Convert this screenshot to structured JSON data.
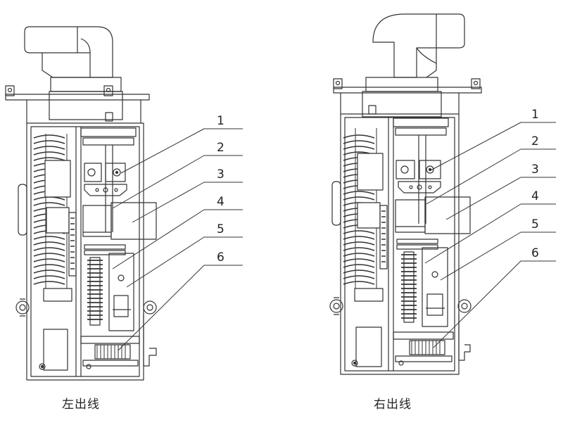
{
  "figures": [
    {
      "caption": "左出线",
      "callouts": [
        {
          "num": "1"
        },
        {
          "num": "2"
        },
        {
          "num": "3"
        },
        {
          "num": "4"
        },
        {
          "num": "5"
        },
        {
          "num": "6"
        }
      ]
    },
    {
      "caption": "右出线",
      "callouts": [
        {
          "num": "1"
        },
        {
          "num": "2"
        },
        {
          "num": "3"
        },
        {
          "num": "4"
        },
        {
          "num": "5"
        },
        {
          "num": "6"
        }
      ]
    }
  ]
}
